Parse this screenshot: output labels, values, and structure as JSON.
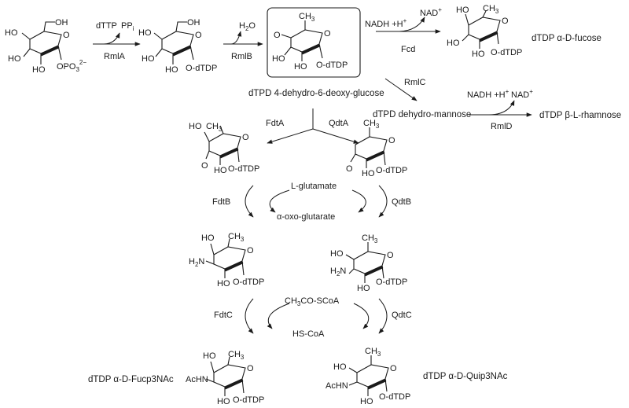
{
  "enzymes": {
    "rmla": "RmlA",
    "rmlb": "RmlB",
    "rmlc": "RmlC",
    "rmld": "RmlD",
    "fcd": "Fcd",
    "fdta": "FdtA",
    "qdta": "QdtA",
    "fdtb": "FdtB",
    "qdtb": "QdtB",
    "fdtc": "FdtC",
    "qdtc": "QdtC"
  },
  "cofactors": {
    "dttp": "dTTP",
    "ppi": "PP",
    "ppi_sub": "i",
    "h2o": "H",
    "h2o_sub": "2",
    "h2o_o": "O",
    "nadh_fcd": "NADH +H",
    "plus": "+",
    "nad_fcd": "NAD",
    "nadh_rmld": "NADH +H",
    "nad_rmld": "NAD",
    "l_glutamate": "L-glutamate",
    "oxo_glutarate": "α-oxo-glutarate",
    "acetyl_coa": "CH",
    "acetyl_coa_sub": "3",
    "acetyl_coa_rest": "CO-SCoA",
    "hs_coa": "HS-CoA"
  },
  "compounds": {
    "dtdp_4keto": "dTPD 4-dehydro-6-deoxy-glucose",
    "dtdp_dehydro_mannose": "dTPD dehydro-mannose",
    "dtdp_fucose": "dTDP α-D-fucose",
    "dtdp_rhamnose": "dTDP β-L-rhamnose",
    "dtdp_fucp3nac": "dTDP α-D-Fucp3NAc",
    "dtdp_quip3nac": "dTDP α-D-Quip3NAc"
  },
  "atoms": {
    "oh": "OH",
    "ho": "HO",
    "ch3": "CH",
    "three": "3",
    "o": "O",
    "h2n": "H",
    "two": "2",
    "n": "N",
    "acn": "AcHN",
    "odtdp": "O-dTDP",
    "opo3": "OPO",
    "opo3_sub": "3",
    "opo3_sup": "2−"
  }
}
